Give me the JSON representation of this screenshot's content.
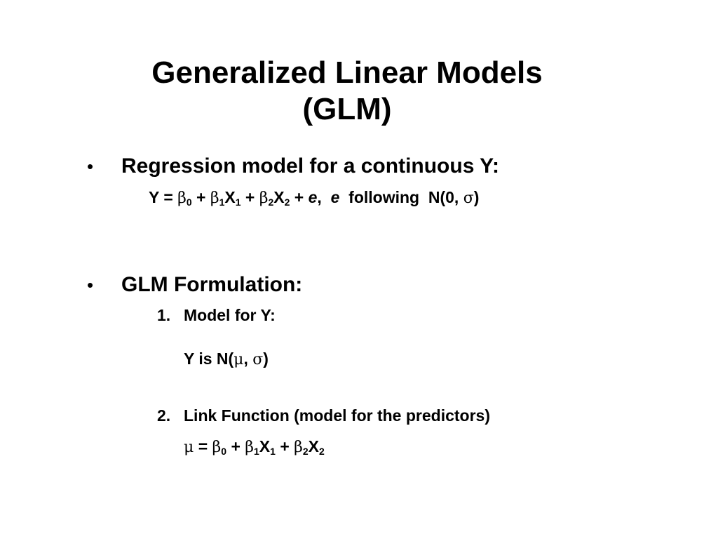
{
  "slide": {
    "title_line1": "Generalized Linear Models",
    "title_line2": "(GLM)",
    "bullets": [
      {
        "marker": "•",
        "text": "Regression model for a continuous Y:"
      },
      {
        "marker": "•",
        "text": "GLM Formulation:"
      }
    ],
    "regression_equation": {
      "y": "Y =",
      "beta": "β",
      "sub0": "0",
      "sub1": "1",
      "sub2": "2",
      "plus": "+",
      "x": "X",
      "e": "e",
      "comma": ",",
      "following": "following",
      "normal_prefix": "N(0,",
      "sigma": "σ",
      "close_paren": ")"
    },
    "glm_steps": [
      {
        "number": "1.",
        "label": "Model for Y:",
        "detail_prefix": "Y is N(",
        "mu": "μ",
        "comma": ",",
        "sigma": "σ",
        "detail_suffix": ")"
      },
      {
        "number": "2.",
        "label": "Link Function (model for the predictors)",
        "mu": "μ",
        "equals": "=",
        "beta": "β",
        "sub0": "0",
        "sub1": "1",
        "sub2": "2",
        "plus": "+",
        "x": "X"
      }
    ]
  }
}
